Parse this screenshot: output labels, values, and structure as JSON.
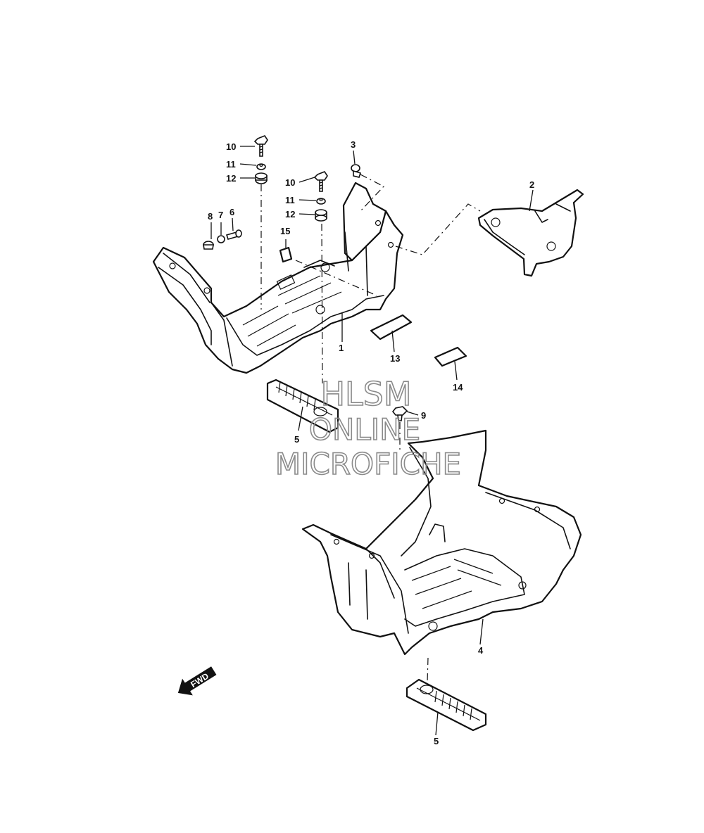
{
  "callouts": {
    "c1": "1",
    "c2": "2",
    "c3": "3",
    "c4": "4",
    "c5a": "5",
    "c5b": "5",
    "c6": "6",
    "c7": "7",
    "c8": "8",
    "c9": "9",
    "c10a": "10",
    "c10b": "10",
    "c11a": "11",
    "c11b": "11",
    "c12a": "12",
    "c12b": "12",
    "c13": "13",
    "c14": "14",
    "c15": "15"
  },
  "watermark": {
    "line1": "HLSM",
    "line2": "ONLINE",
    "line3": "MICROFICHE"
  },
  "fwd_label": "FWD",
  "colors": {
    "line": "#111111",
    "watermark": "#8a8a8a",
    "background": "#ffffff"
  }
}
